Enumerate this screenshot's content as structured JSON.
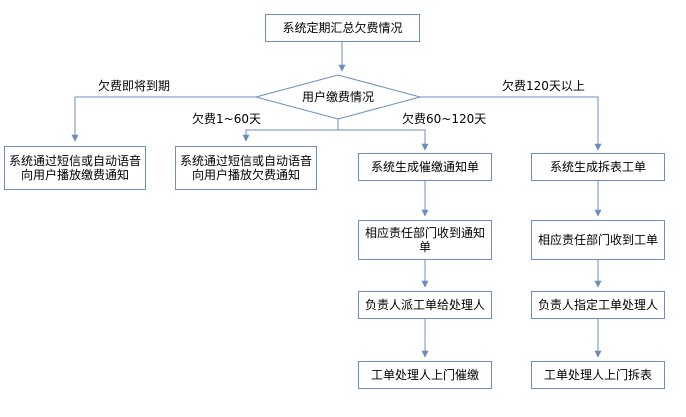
{
  "accent": "#6b8ebf",
  "nodes": {
    "start": "系统定期汇总欠费情况",
    "decision": "用户缴费情况",
    "sms_payment_notice": "系统通过短信或自动语音向用户播放缴费通知",
    "sms_arrears_notice": "系统通过短信或自动语音向用户播放欠费通知",
    "gen_collection_notice": "系统生成催缴通知单",
    "dept_receive_notice": "相应责任部门收到通知单",
    "assign_handler": "负责人派工单给处理人",
    "onsite_collection": "工单处理人上门催缴",
    "gen_removal_order": "系统生成拆表工单",
    "dept_receive_order": "相应责任部门收到工单",
    "designate_handler": "负责人指定工单处理人",
    "onsite_removal": "工单处理人上门拆表"
  },
  "edge_labels": {
    "due_soon": "欠费即将到期",
    "days_1_60": "欠费1~60天",
    "days_60_120": "欠费60~120天",
    "days_over_120": "欠费120天以上"
  }
}
